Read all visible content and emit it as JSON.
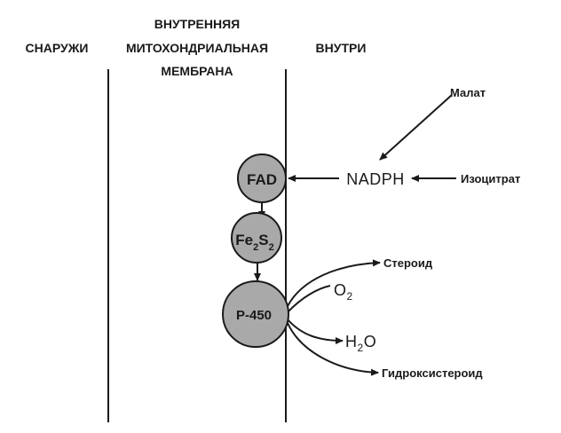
{
  "headers": {
    "outside": "СНАРУЖИ",
    "membrane_line1": "ВНУТРЕННЯЯ",
    "membrane_line2": "МИТОХОНДРИАЛЬНАЯ",
    "membrane_line3": "МЕМБРАНА",
    "inside": "ВНУТРИ"
  },
  "nodes": {
    "fad": "FAD",
    "fes_main": "Fe",
    "fes_sub1": "2",
    "fes_mid": "S",
    "fes_sub2": "2",
    "p450": "P-450"
  },
  "molecules": {
    "nadph": "NADPH",
    "malate": "Малат",
    "isocitrate": "Изоцитрат",
    "steroid": "Стероид",
    "oxygen_main": "O",
    "oxygen_sub": "2",
    "water_main": "H",
    "water_sub": "2",
    "water_tail": "O",
    "hydroxysteroid": "Гидроксистероид"
  },
  "colors": {
    "circle_fill": "#a9a9a9",
    "circle_stroke": "#1a1a1a",
    "ink": "#1a1a1a"
  }
}
